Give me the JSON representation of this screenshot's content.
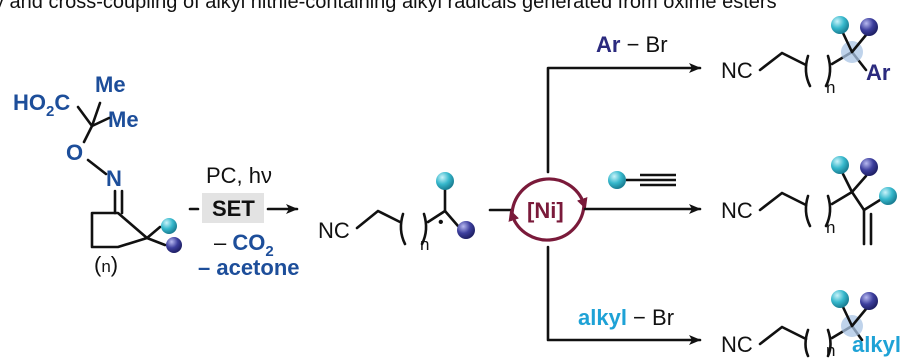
{
  "top_text": "y and cross-coupling of alkyl nitrile-containing alkyl radicals generated from oxime esters",
  "reactant": {
    "acid_label_main": "HO",
    "acid_label_sub": "2",
    "acid_label_tail": "C",
    "me_top": "Me",
    "me_bottom": "Me",
    "o_label": "O",
    "n_label": "N",
    "ring_index": "n"
  },
  "conditions": {
    "line1": "PC, hν",
    "set_label": "SET",
    "loss_co2_prefix": "– ",
    "loss_co2_main": "CO",
    "loss_co2_sub": "2",
    "loss_acetone": "– acetone"
  },
  "radical": {
    "nc_label": "NC",
    "index": "n",
    "dot": "•"
  },
  "catalyst": {
    "label": "[Ni]"
  },
  "branches": {
    "top": {
      "reagent_main": "Ar",
      "reagent_tail": "Br"
    },
    "bottom": {
      "reagent_main": "alkyl",
      "reagent_tail": "Br"
    }
  },
  "products": {
    "top": {
      "nc_label": "NC",
      "index": "n",
      "group": "Ar"
    },
    "middle": {
      "nc_label": "NC",
      "index": "n"
    },
    "bottom": {
      "nc_label": "NC",
      "index": "n",
      "group": "alkyl"
    }
  },
  "colors": {
    "blue_text": "#1d4e9a",
    "navy_text": "#2b2a7e",
    "cyan_text": "#1ea2d6",
    "catalyst_ring": "#7a1a3a",
    "cyan_ball": "#36b8cc",
    "navy_ball": "#3d3f9e",
    "set_box": "#e3e3e3"
  }
}
